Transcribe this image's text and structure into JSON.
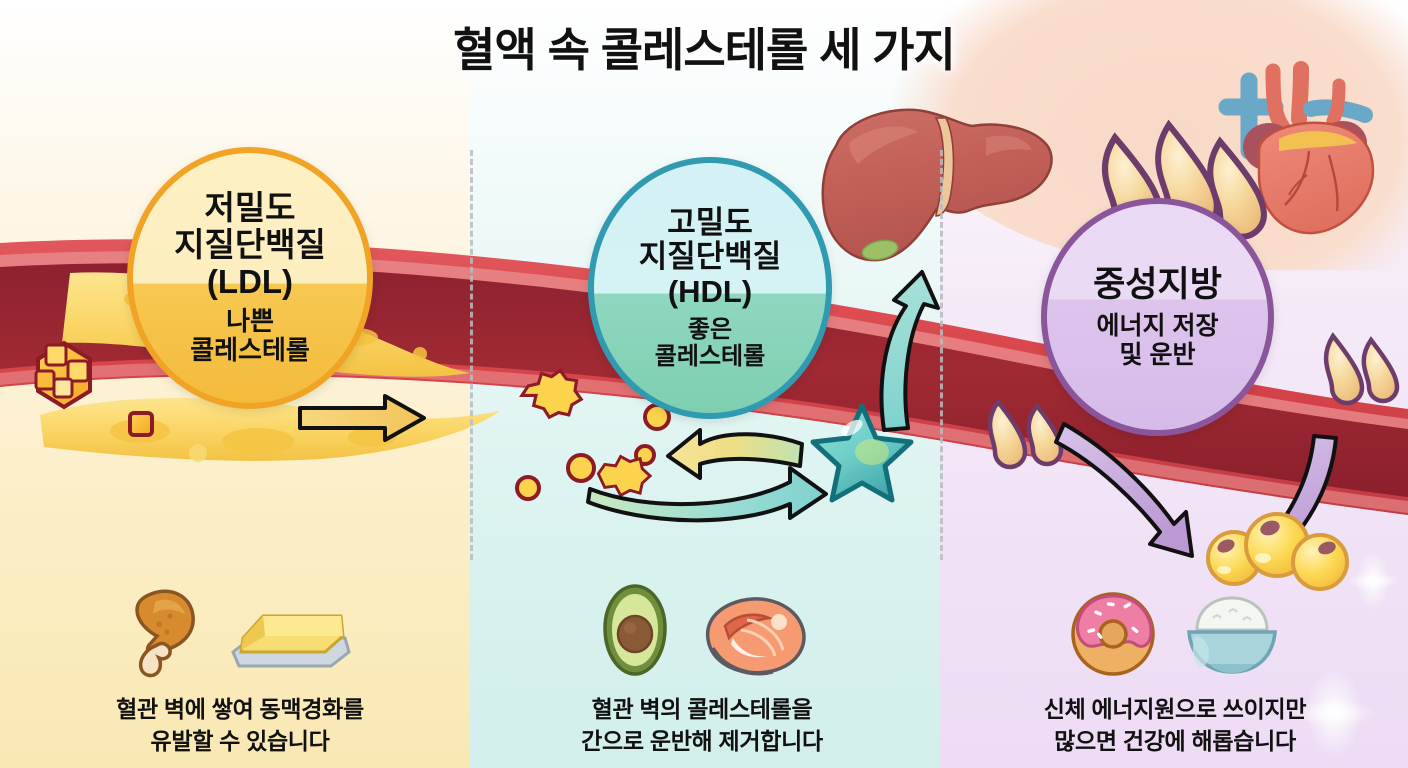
{
  "title": "혈액 속 콜레스테롤 세 가지",
  "panels": [
    {
      "id": "ldl",
      "bubble": {
        "heading": "저밀도\n지질단백질\n(LDL)",
        "heading_lines": [
          "저밀도",
          "지질단백질",
          "(LDL)"
        ],
        "subheading_lines": [
          "나쁜",
          "콜레스테롤"
        ]
      },
      "caption_lines": [
        "혈관 벽에 쌓여 동맥경화를",
        "유발할 수 있습니다"
      ],
      "food_icons": [
        "fried-chicken-icon",
        "butter-icon"
      ],
      "colors": {
        "border": "#f0a324",
        "top": "#fdf0c2",
        "bottom": "#f3bb3c",
        "background": "#fbeec4"
      }
    },
    {
      "id": "hdl",
      "bubble": {
        "heading": "고밀도\n지질단백질\n(HDL)",
        "heading_lines": [
          "고밀도",
          "지질단백질",
          "(HDL)"
        ],
        "subheading_lines": [
          "좋은",
          "콜레스테롤"
        ]
      },
      "caption_lines": [
        "혈관 벽의 콜레스테롤을",
        "간으로 운반해 제거합니다"
      ],
      "food_icons": [
        "avocado-icon",
        "salmon-icon"
      ],
      "colors": {
        "border": "#2f9ab0",
        "top": "#d4f2f5",
        "bottom": "#7ecfb0",
        "background": "#d9f2ef"
      }
    },
    {
      "id": "triglyceride",
      "bubble": {
        "heading": "중성지방",
        "heading_lines": [
          "중성지방"
        ],
        "subheading_lines": [
          "에너지 저장",
          "및 운반"
        ]
      },
      "caption_lines": [
        "신체 에너지원으로 쓰이지만",
        "많으면 건강에 해롭습니다"
      ],
      "food_icons": [
        "donut-icon",
        "rice-bowl-icon"
      ],
      "colors": {
        "border": "#8a559b",
        "top": "#ead9f4",
        "bottom": "#d6bbe9",
        "background": "#f0e2f6"
      }
    }
  ],
  "illustrations": {
    "blood_vessel": "blood-vessel-with-plaque",
    "liver": "liver-organ-icon",
    "heart": "heart-organ-icon",
    "ldl_particle": "ldl-cube-particle-icon",
    "hdl_particle": "hdl-star-particle-icon",
    "fat_droplets": "fat-droplet-icon",
    "fat_cells": "fat-cell-icon",
    "plaque": "arterial-plaque"
  },
  "arrows": [
    {
      "name": "ldl-to-plaque-arrow",
      "color": "#f6cf70",
      "direction": "right"
    },
    {
      "name": "hdl-pickup-arrow",
      "color": "#f2e07a",
      "direction": "left"
    },
    {
      "name": "hdl-star-arrow",
      "color": "#8fd9d4",
      "direction": "right"
    },
    {
      "name": "hdl-to-liver-arrow",
      "color": "#8fd9d4",
      "direction": "up"
    },
    {
      "name": "triglyceride-arrow-left",
      "color": "#c9abdf",
      "direction": "down-left"
    },
    {
      "name": "triglyceride-arrow-right",
      "color": "#c9abdf",
      "direction": "down-right"
    }
  ],
  "colors": {
    "vessel_wall": "#d8444a",
    "vessel_lumen": "#9c2430",
    "plaque": "#f8d56b",
    "title_text": "#111111",
    "divider": "#b9bcc2"
  }
}
